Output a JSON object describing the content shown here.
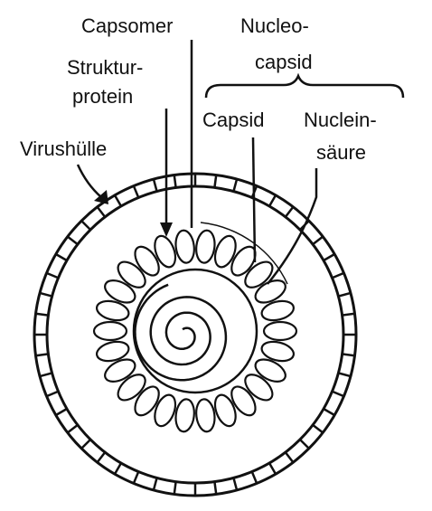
{
  "labels": {
    "capsomer": "Capsomer",
    "nucleocapsid_line1": "Nucleo-",
    "nucleocapsid_line2": "capsid",
    "strukturprotein_line1": "Struktur-",
    "strukturprotein_line2": "protein",
    "capsid": "Capsid",
    "nucleinsaeure_line1": "Nuclein-",
    "nucleinsaeure_line2": "säure",
    "virushuelle": "Virushülle"
  },
  "colors": {
    "ink": "#111111",
    "background": "#ffffff"
  }
}
